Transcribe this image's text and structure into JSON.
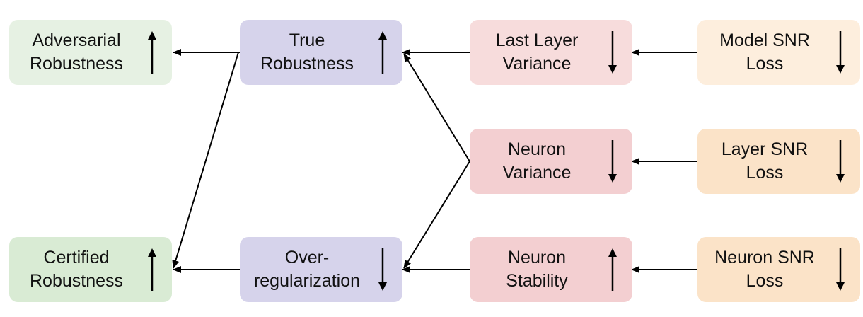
{
  "colors": {
    "green_light": "#e6f1e3",
    "green": "#d9ebd4",
    "purple": "#d6d3eb",
    "pink_light": "#f7dcdc",
    "pink": "#f3cfd1",
    "peach_light": "#fdeedd",
    "peach": "#fbe3c8",
    "arrow": "#000000"
  },
  "nodes": {
    "adversarial_robustness": {
      "line1": "Adversarial",
      "line2": "Robustness",
      "direction": "up"
    },
    "true_robustness": {
      "line1": "True",
      "line2": "Robustness",
      "direction": "up"
    },
    "last_layer_variance": {
      "line1": "Last Layer",
      "line2": "Variance",
      "direction": "down"
    },
    "model_snr_loss": {
      "line1": "Model SNR",
      "line2": "Loss",
      "direction": "down"
    },
    "neuron_variance": {
      "line1": "Neuron",
      "line2": "Variance",
      "direction": "down"
    },
    "layer_snr_loss": {
      "line1": "Layer SNR",
      "line2": "Loss",
      "direction": "down"
    },
    "certified_robustness": {
      "line1": "Certified",
      "line2": "Robustness",
      "direction": "up"
    },
    "over_regularization": {
      "line1": "Over-",
      "line2": "regularization",
      "direction": "down"
    },
    "neuron_stability": {
      "line1": "Neuron",
      "line2": "Stability",
      "direction": "up"
    },
    "neuron_snr_loss": {
      "line1": "Neuron SNR",
      "line2": "Loss",
      "direction": "down"
    }
  }
}
